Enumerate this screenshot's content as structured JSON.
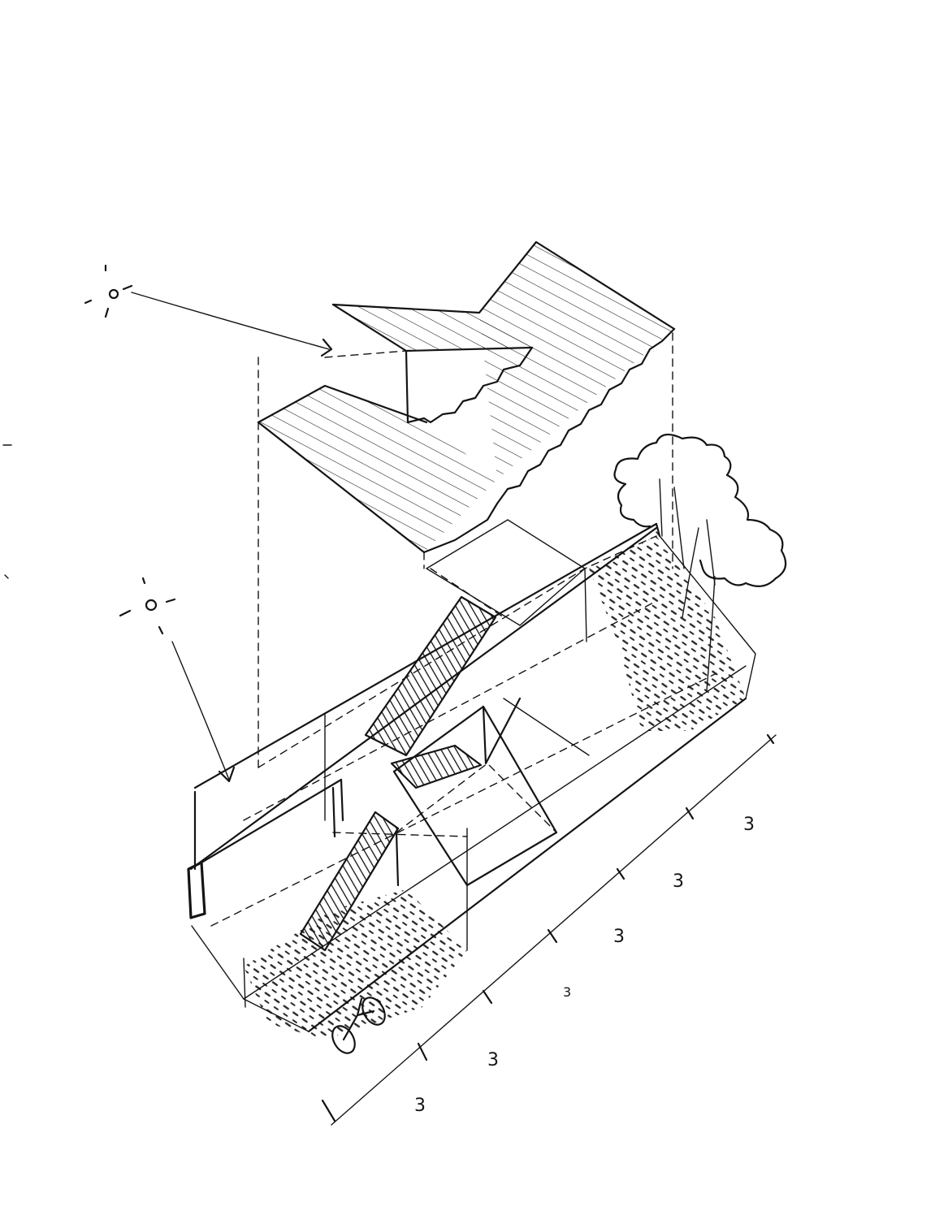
{
  "dimensions": {
    "labels": [
      "3",
      "3",
      "3",
      "3",
      "3",
      "3"
    ]
  },
  "symbols": {
    "sun_upper": "sun-icon",
    "sun_lower": "sun-icon",
    "tree": "tree-icon",
    "bicycle": "bicycle-icon"
  },
  "colors": {
    "ink": "#141414",
    "paper": "#ffffff"
  }
}
